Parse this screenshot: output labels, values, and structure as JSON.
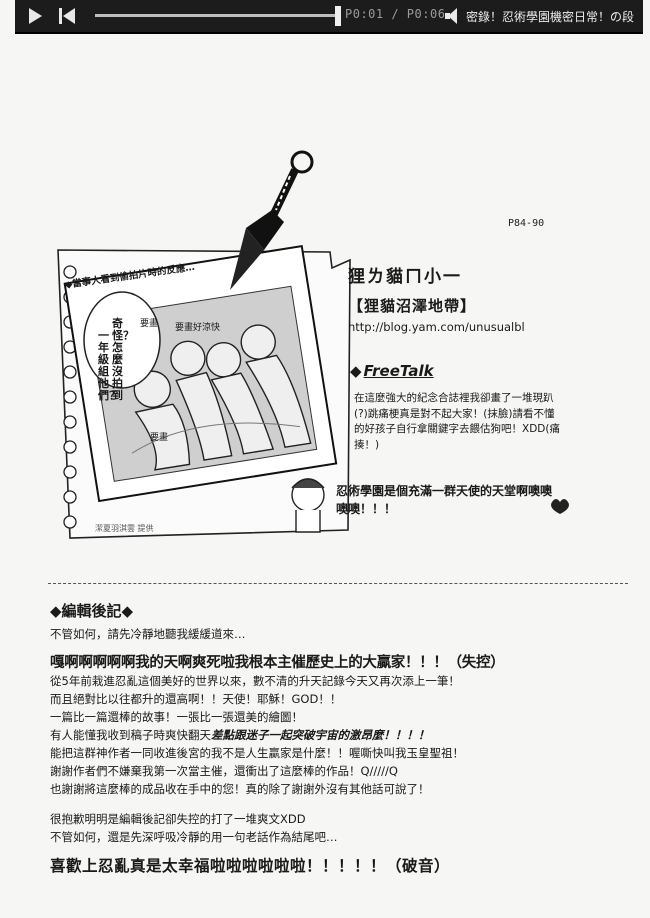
{
  "player": {
    "time": "P0:01 / P0:06",
    "track_title": "密錄！忍術學園機密日常！の段",
    "icons": [
      "play-icon",
      "rewind-icon",
      "volume-icon"
    ]
  },
  "header": {
    "page_ref": "P84-90"
  },
  "artist": {
    "name": "狸ㄌ貓ㄇ小一",
    "group": "【狸貓沼澤地帶】",
    "url": "http://blog.yam.com/unusualbl"
  },
  "card": {
    "caption": "◆當事人看到偷拍片時的反應…",
    "bubble_lines": [
      "奇怪？怎麼沒拍到",
      "一年級組他們？"
    ],
    "labels": [
      "要畫",
      "要畫好涼快",
      "要畫"
    ],
    "credit": "潔夏羽淇雲 提供"
  },
  "freetalk": {
    "title": "FreeTalk",
    "body": "在這麼強大的紀念合誌裡我卻畫了一堆現趴(?)跳痛梗真是對不起大家！(抹臉)請看不懂的好孩子自行拿關鍵字去餵估狗吧！XDD(痛揍！)",
    "closing": "忍術學園是個充滿一群天使的天堂啊噢噢噢噢！！！"
  },
  "afterword": {
    "heading": "◆編輯後記◆",
    "intro": "不管如何，請先冷靜地聽我緩緩道來…",
    "shout1": "嘎啊啊啊啊啊我的天啊爽死啦我根本主催歷史上的大贏家！！！（失控）",
    "lines": [
      "從5年前栽進忍亂這個美好的世界以來，數不清的升天記錄今天又再次添上一筆！",
      "而且絕對比以往都升的還高啊！！天使！耶穌！GOD！！",
      "一篇比一篇還棒的故事！一張比一張還美的繪圖！"
    ],
    "line4_a": "有人能懂我收到稿子時爽快翻天",
    "line4_b": "差點跟迷子一起突破宇宙的激昂麼！！！！",
    "lines2": [
      "能把這群神作者一同收進後宮的我不是人生贏家是什麼！！喔嘶快叫我玉皇聖祖！",
      "謝謝作者們不嫌棄我第一次當主催，還衝出了這麼棒的作品！Q/////Q",
      "也謝謝將這麼棒的成品收在手中的您！真的除了謝謝外沒有其他話可說了！"
    ],
    "lines3": [
      "很抱歉明明是編輯後記卻失控的打了一堆爽文XDD",
      "不管如何，還是先深呼吸冷靜的用一句老話作為結尾吧…"
    ],
    "shout2": "喜歡上忍亂真是太幸福啦啦啦啦啦啦！！！！！（破音）"
  }
}
